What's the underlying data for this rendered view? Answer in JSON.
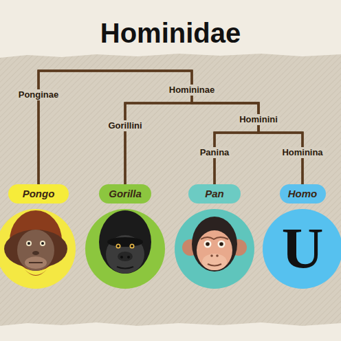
{
  "diagram": {
    "title": "Hominidae",
    "nodes": [
      {
        "text": [
          "Pongo"
        ]
      },
      {
        "text": [
          "Gorilla"
        ]
      },
      {
        "text": [
          "Pan"
        ]
      },
      {
        "text": [
          "Homo"
        ]
      }
    ],
    "edges": [
      {
        "from": 0,
        "to": 1,
        "arrow": "none"
      },
      {
        "from": 0,
        "to": 2,
        "arrow": "none"
      },
      {
        "from": 0,
        "to": 3,
        "arrow": "none"
      },
      {
        "from": 1,
        "to": 2,
        "arrow": "none"
      },
      {
        "from": 1,
        "to": 3,
        "arrow": "none"
      },
      {
        "from": 2,
        "to": 3,
        "arrow": "none"
      }
    ],
    "labels": [
      "Ponginae",
      "Homininae",
      "Gorillini",
      "Hominini",
      "Panina",
      "Hominina",
      "U"
    ]
  }
}
